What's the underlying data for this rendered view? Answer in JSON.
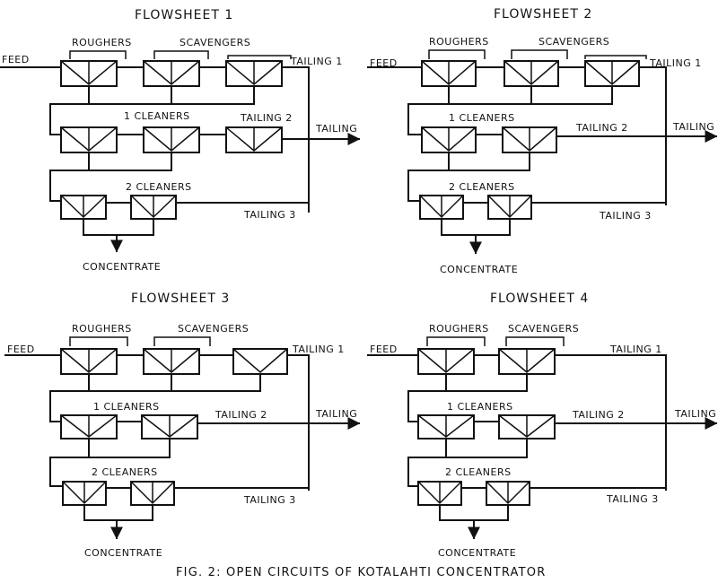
{
  "flowsheets": [
    {
      "title": "FLOWSHEET 1",
      "feed": "FEED",
      "roughers": "ROUGHERS",
      "scavengers": "SCAVENGERS",
      "cleaners1": "1 CLEANERS",
      "cleaners2": "2 CLEANERS",
      "tailing1": "TAILING 1",
      "tailing2": "TAILING 2",
      "tailing3": "TAILING 3",
      "tailing": "TAILING",
      "concentrate": "CONCENTRATE"
    },
    {
      "title": "FLOWSHEET 2",
      "feed": "FEED",
      "roughers": "ROUGHERS",
      "scavengers": "SCAVENGERS",
      "cleaners1": "1 CLEANERS",
      "cleaners2": "2 CLEANERS",
      "tailing1": "TAILING 1",
      "tailing2": "TAILING 2",
      "tailing3": "TAILING 3",
      "tailing": "TAILING",
      "concentrate": "CONCENTRATE"
    },
    {
      "title": "FLOWSHEET 3",
      "feed": "FEED",
      "roughers": "ROUGHERS",
      "scavengers": "SCAVENGERS",
      "cleaners1": "1 CLEANERS",
      "cleaners2": "2 CLEANERS",
      "tailing1": "TAILING 1",
      "tailing2": "TAILING 2",
      "tailing3": "TAILING 3",
      "tailing": "TAILING",
      "concentrate": "CONCENTRATE"
    },
    {
      "title": "FLOWSHEET 4",
      "feed": "FEED",
      "roughers": "ROUGHERS",
      "scavengers": "SCAVENGERS",
      "cleaners1": "1 CLEANERS",
      "cleaners2": "2 CLEANERS",
      "tailing1": "TAILING 1",
      "tailing2": "TAILING 2",
      "tailing3": "TAILING 3",
      "tailing": "TAILING",
      "concentrate": "CONCENTRATE"
    }
  ],
  "caption": "FIG. 2: OPEN CIRCUITS OF KOTALAHTI CONCENTRATOR"
}
